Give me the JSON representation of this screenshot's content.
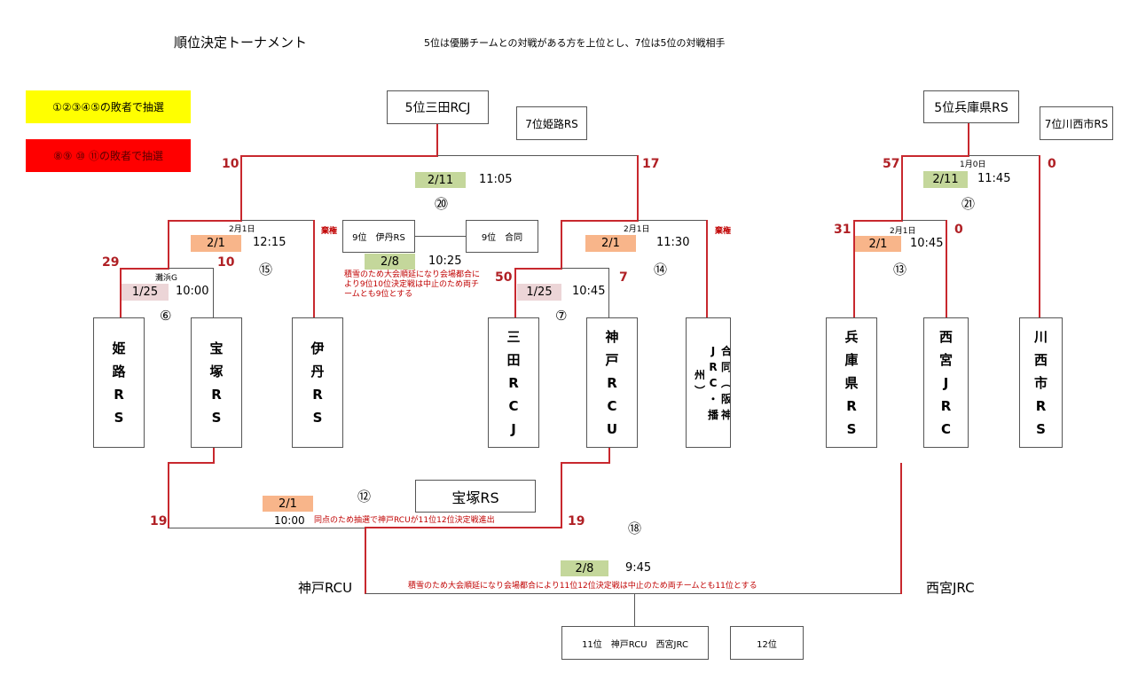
{
  "header": {
    "title": "順位決定トーナメント",
    "rule_note": "5位は優勝チームとの対戦がある方を上位とし、7位は5位の対戦相手"
  },
  "legend": {
    "yellow": {
      "label": "①②③④⑤の敗者で抽選",
      "color": "#ffff00"
    },
    "red": {
      "label": "⑧⑨ ⑩ ⑪の敗者で抽選",
      "color": "#ff0000"
    }
  },
  "colors": {
    "line_red": "#c8282e",
    "line_gray": "#555555",
    "chip_green": "#c4d79b",
    "chip_orange": "#f8b58a",
    "chip_pink": "#ecd5d7",
    "note_red": "#c00000"
  },
  "results": {
    "fifth_left": "5位三田RCJ",
    "seventh_left": "7位姫路RS",
    "fifth_right": "5位兵庫県RS",
    "seventh_right": "7位川西市RS",
    "ninth": "9位　伊丹RS",
    "ninth_tie": "9位　合同",
    "eleventh": "11位　神戸RCU　西宮JRC",
    "twelfth": "12位",
    "takarazuka": "宝塚RS"
  },
  "teams": {
    "himeji": {
      "name": "姫路RS",
      "chars": [
        "姫",
        "路",
        "R",
        "S"
      ]
    },
    "takarazuka": {
      "name": "宝塚RS",
      "chars": [
        "宝",
        "塚",
        "R",
        "S"
      ]
    },
    "itami": {
      "name": "伊丹RS",
      "chars": [
        "伊",
        "丹",
        "R",
        "S"
      ]
    },
    "sanda": {
      "name": "三田RCJ",
      "chars": [
        "三",
        "田",
        "R",
        "C",
        "J"
      ]
    },
    "kobe": {
      "name": "神戸RCU",
      "chars": [
        "神",
        "戸",
        "R",
        "C",
        "U"
      ]
    },
    "godo": {
      "name": "合同（阪神JRC・播州）",
      "col1": [
        "合",
        "同",
        "︵",
        "阪",
        "神"
      ],
      "col2": [
        "J",
        "R",
        "C",
        "・",
        "播"
      ],
      "col3": [
        "州",
        "︶"
      ]
    },
    "hyogo": {
      "name": "兵庫県RS",
      "chars": [
        "兵",
        "庫",
        "県",
        "R",
        "S"
      ]
    },
    "nishinomiya": {
      "name": "西宮JRC",
      "chars": [
        "西",
        "宮",
        "J",
        "R",
        "C"
      ]
    },
    "kawanishi": {
      "name": "川西市RS",
      "chars": [
        "川",
        "西",
        "市",
        "R",
        "S"
      ]
    }
  },
  "matches": {
    "m6": {
      "num": "⑥",
      "date": "1/25",
      "time": "10:00",
      "venue": "灘浜G",
      "score_left": "29",
      "score_right": "10"
    },
    "m7": {
      "num": "⑦",
      "date": "1/25",
      "time": "10:45",
      "score_left": "50",
      "score_right": "7"
    },
    "m15": {
      "num": "⑮",
      "date": "2/1",
      "time": "12:15",
      "day_label": "2月1日",
      "forfeit": "棄権"
    },
    "m14": {
      "num": "⑭",
      "date": "2/1",
      "time": "11:30",
      "day_label": "2月1日",
      "forfeit": "棄権"
    },
    "m13": {
      "num": "⑬",
      "date": "2/1",
      "time": "10:45",
      "day_label": "2月1日",
      "score_left": "31",
      "score_right": "0"
    },
    "m20": {
      "num": "⑳",
      "date": "2/11",
      "time": "11:05",
      "score_left": "10",
      "score_right": "17"
    },
    "m21": {
      "num": "㉑",
      "date": "2/11",
      "time": "11:45",
      "day_label": "1月0日",
      "score_left": "57",
      "score_right": "0"
    },
    "m9th": {
      "date": "2/8",
      "time": "10:25",
      "note": "積雪のため大会順延になり会場都合により9位10位決定戦は中止のため両チームとも9位とする"
    },
    "m12": {
      "num": "⑫",
      "date": "2/1",
      "time": "10:00",
      "score_left": "19",
      "score_right": "19",
      "note": "同点のため抽選で神戸RCUが11位12位決定戦進出"
    },
    "m18": {
      "num": "⑱",
      "date": "2/8",
      "time": "9:45",
      "left_team": "神戸RCU",
      "right_team": "西宮JRC",
      "note": "積雪のため大会順延になり会場都合により11位12位決定戦は中止のため両チームとも11位とする"
    }
  }
}
